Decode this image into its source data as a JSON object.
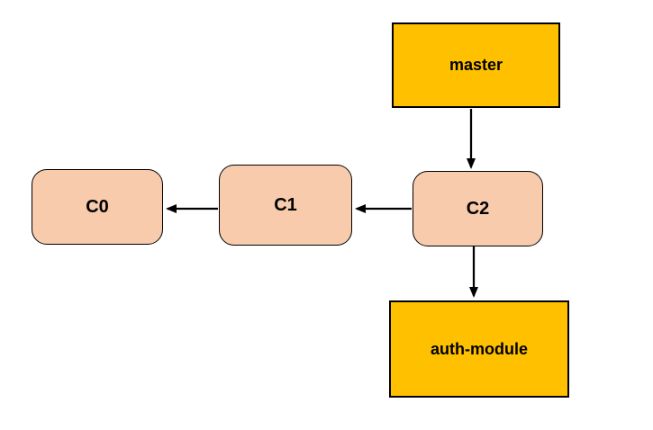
{
  "diagram": {
    "type": "git-branch-diagram",
    "background": "#ffffff",
    "colors": {
      "branch_fill": "#FFC000",
      "commit_fill": "#F8CBAD",
      "border": "#000000",
      "arrow": "#000000",
      "text": "#000000"
    },
    "nodes": [
      {
        "id": "master",
        "label": "master",
        "kind": "branch"
      },
      {
        "id": "c0",
        "label": "C0",
        "kind": "commit"
      },
      {
        "id": "c1",
        "label": "C1",
        "kind": "commit"
      },
      {
        "id": "c2",
        "label": "C2",
        "kind": "commit"
      },
      {
        "id": "auth-module",
        "label": "auth-module",
        "kind": "branch"
      }
    ],
    "edges": [
      {
        "from": "master",
        "to": "C2",
        "direction": "down"
      },
      {
        "from": "C2",
        "to": "C1",
        "direction": "left"
      },
      {
        "from": "C1",
        "to": "C0",
        "direction": "left"
      },
      {
        "from": "C2",
        "to": "auth-module",
        "direction": "down"
      }
    ]
  }
}
